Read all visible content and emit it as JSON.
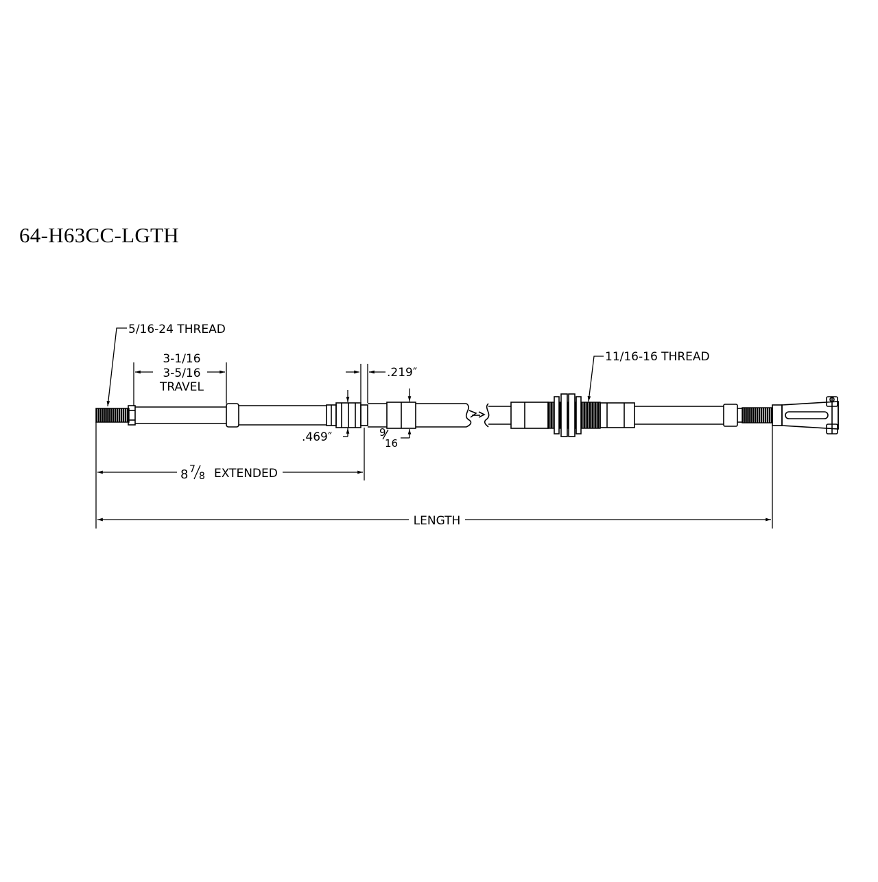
{
  "title": "64-H63CC-LGTH",
  "labels": {
    "thread_left": "5/16-24 THREAD",
    "travel_a": "3-1/16",
    "travel_b": "3-5/16",
    "travel_c": "TRAVEL",
    "dim_219": ".219″",
    "dim_469": ".469″",
    "frac_9": "9",
    "frac_16": "16",
    "thread_right": "11/16-16 THREAD",
    "ext_8": "8",
    "ext_7": "7",
    "ext_slash8": "8",
    "ext_word": "EXTENDED",
    "length": "LENGTH"
  },
  "colors": {
    "line": "#000000",
    "background": "#ffffff"
  }
}
